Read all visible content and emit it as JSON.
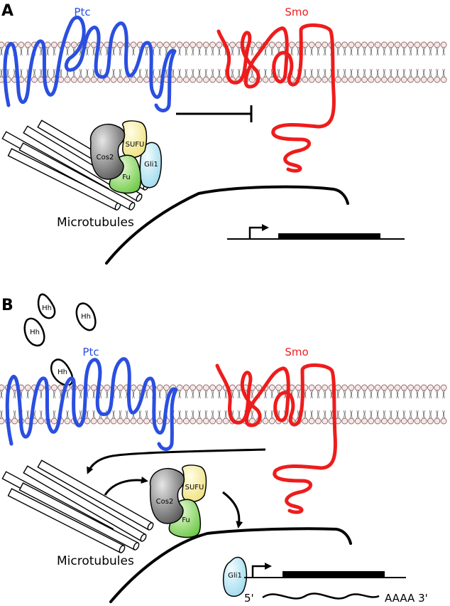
{
  "panel_a": {
    "letter": "A",
    "ptc_label": "Ptc",
    "smo_label": "Smo",
    "complex": {
      "cos2": "Cos2",
      "sufu": "SUFU",
      "fu": "Fu",
      "gli1": "Gli1"
    },
    "microtubules_label": "Microtubules"
  },
  "panel_b": {
    "letter": "B",
    "ptc_label": "Ptc",
    "smo_label": "Smo",
    "hh_ligands": [
      "Hh",
      "Hh",
      "Hh",
      "Hh"
    ],
    "complex": {
      "cos2": "Cos2",
      "sufu": "SUFU",
      "fu": "Fu"
    },
    "gli1_label": "Gli1",
    "microtubules_label": "Microtubules",
    "mrna": {
      "five_prime": "5'",
      "poly_a": "AAAA 3'"
    }
  },
  "colors": {
    "ptc": "#2a4fe0",
    "smo": "#ee1c1c",
    "membrane_head": "#f7e6e6",
    "cos2": "#8c8c8c",
    "sufu": "#faf0a8",
    "fu": "#9fe07a",
    "gli1": "#bfeaf6",
    "ink": "#000000"
  }
}
